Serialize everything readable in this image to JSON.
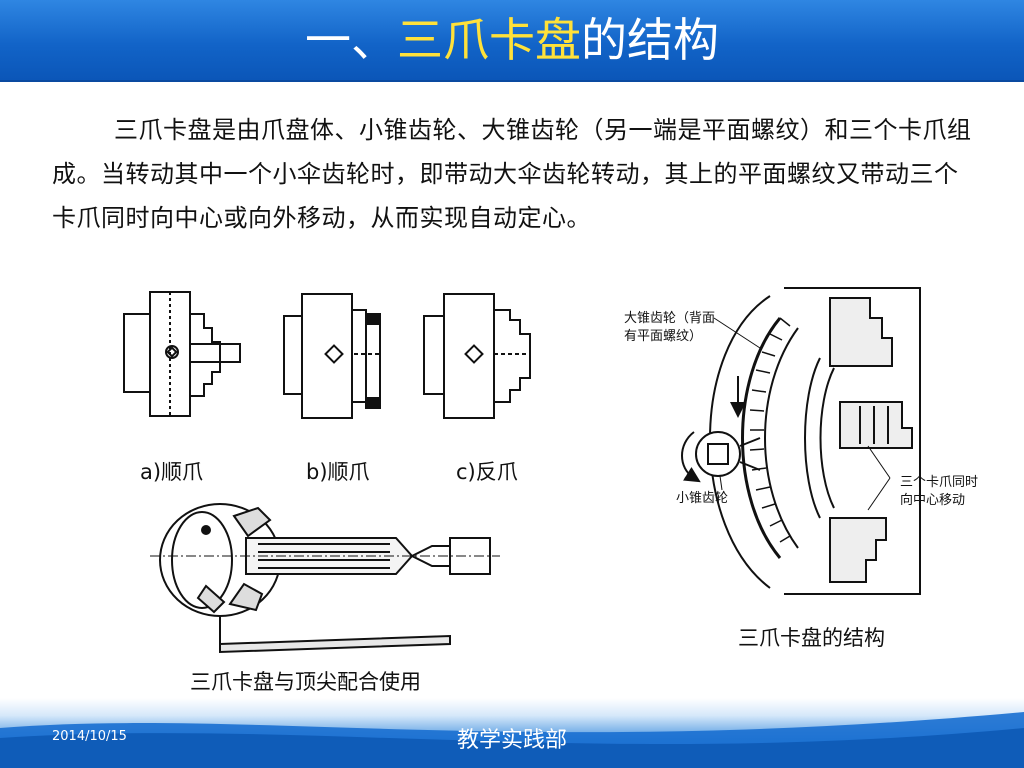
{
  "title": {
    "prefix": "一、",
    "highlight": "三爪卡盘",
    "suffix": "的结构"
  },
  "body_text": "三爪卡盘是由爪盘体、小锥齿轮、大锥齿轮（另一端是平面螺纹）和三个卡爪组成。当转动其中一个小伞齿轮时，即带动大伞齿轮转动，其上的平面螺纹又带动三个卡爪同时向中心或向外移动，从而实现自动定心。",
  "figures": {
    "jaw_types": {
      "a_label": "a)顺爪",
      "b_label": "b)顺爪",
      "c_label": "c)反爪"
    },
    "structure": {
      "label_big_gear_line1": "大锥齿轮（背面",
      "label_big_gear_line2": "有平面螺纹）",
      "label_small_gear": "小锥齿轮",
      "label_jaws_line1": "三个卡爪同时",
      "label_jaws_line2": "向中心移动",
      "caption": "三爪卡盘的结构"
    },
    "center_use": {
      "caption": "三爪卡盘与顶尖配合使用"
    }
  },
  "footer": {
    "date": "2014/10/15",
    "org": "教学实践部"
  },
  "colors": {
    "title_bg": "#1264c8",
    "title_highlight": "#ffe13a",
    "footer_blue": "#1468c8"
  }
}
